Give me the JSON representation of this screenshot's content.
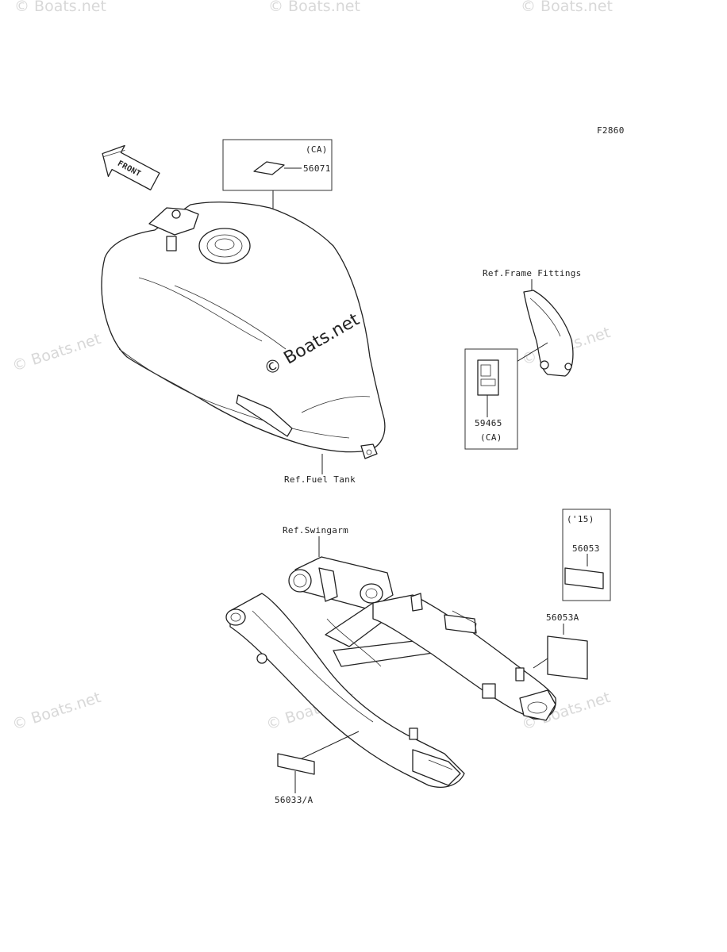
{
  "figure_code": "F2860",
  "front_label": "FRONT",
  "watermark": "© Boats.net",
  "refs": {
    "fuel_tank": "Ref.Fuel Tank",
    "frame_fittings": "Ref.Frame Fittings",
    "swingarm": "Ref.Swingarm"
  },
  "callouts": {
    "box_ca_top": {
      "header": "(CA)",
      "part": "56071"
    },
    "box_frame": {
      "part": "59465",
      "footer": "(CA)"
    },
    "box_15": {
      "header": "('15)",
      "part": "56053"
    },
    "label_56053a": "56053A",
    "label_56033a": "56033/A"
  }
}
